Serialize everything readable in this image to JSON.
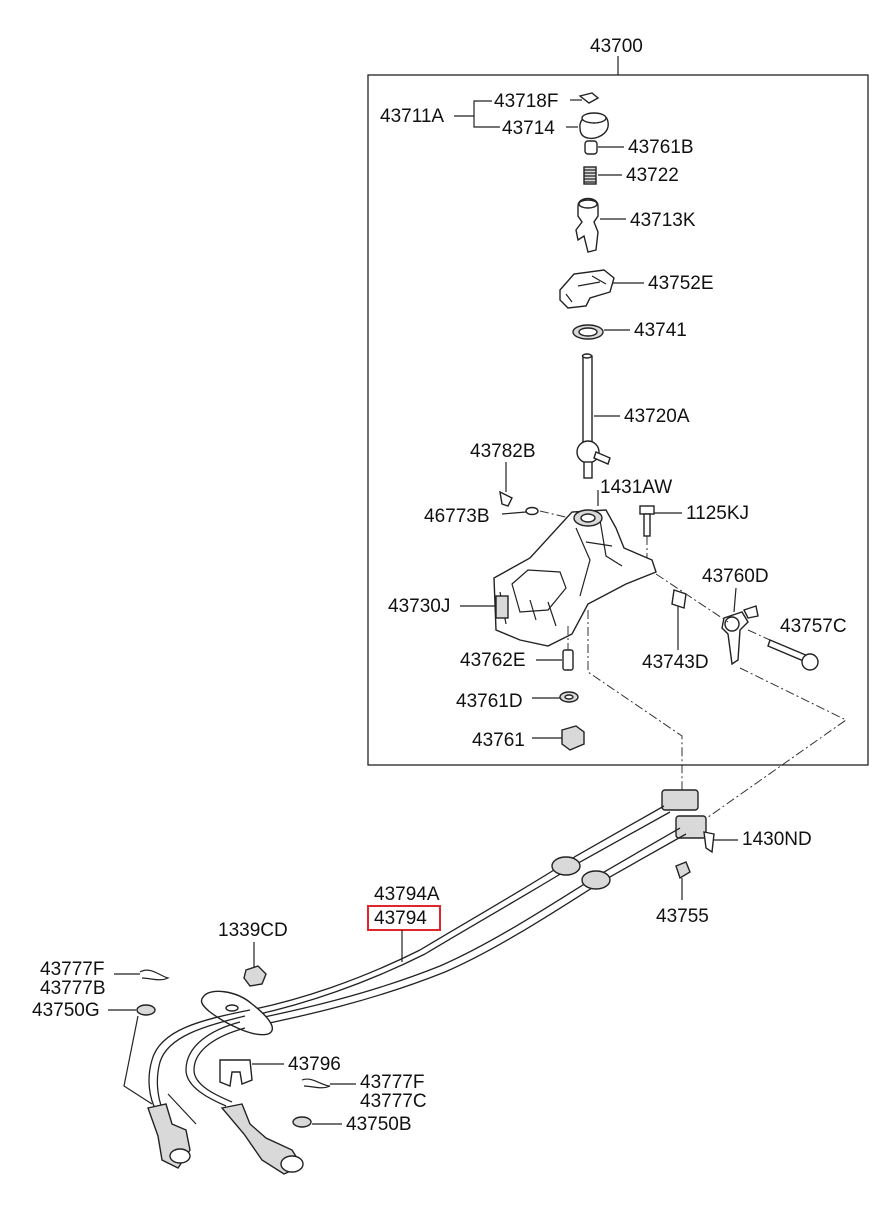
{
  "assembly_label": "43700",
  "labels": {
    "p43711A": "43711A",
    "p43718F": "43718F",
    "p43714": "43714",
    "p43761B": "43761B",
    "p43722": "43722",
    "p43713K": "43713K",
    "p43752E": "43752E",
    "p43741": "43741",
    "p43720A": "43720A",
    "p43782B": "43782B",
    "p1431AW": "1431AW",
    "p46773B": "46773B",
    "p1125KJ": "1125KJ",
    "p43760D": "43760D",
    "p43730J": "43730J",
    "p43757C": "43757C",
    "p43743D": "43743D",
    "p43762E": "43762E",
    "p43761D": "43761D",
    "p43761": "43761",
    "p1430ND": "1430ND",
    "p43794A": "43794A",
    "p43794": "43794",
    "p43755": "43755",
    "p1339CD": "1339CD",
    "p43777F_a": "43777F",
    "p43777B": "43777B",
    "p43750G": "43750G",
    "p43796": "43796",
    "p43777F_b": "43777F",
    "p43777C": "43777C",
    "p43750B": "43750B"
  },
  "highlight": {
    "part": "43794",
    "color": "#e0262b"
  }
}
